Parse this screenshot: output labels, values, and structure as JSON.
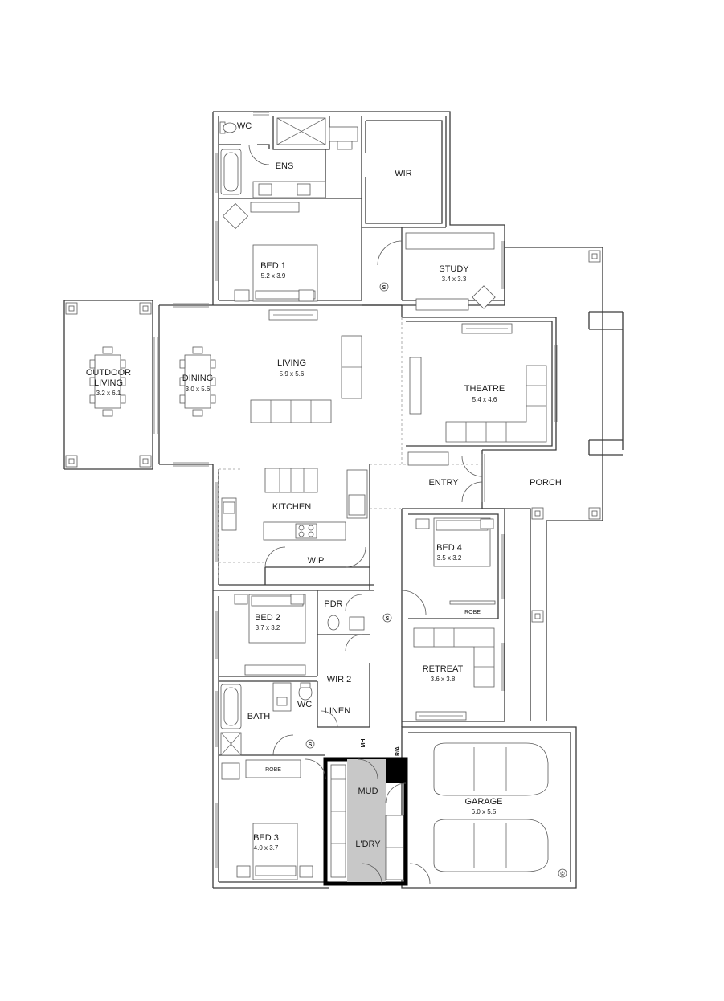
{
  "rooms": {
    "wc1": {
      "name": "WC"
    },
    "ens": {
      "name": "ENS"
    },
    "wir": {
      "name": "WIR"
    },
    "bed1": {
      "name": "BED 1",
      "size": "5.2 x 3.9"
    },
    "study": {
      "name": "STUDY",
      "size": "3.4 x 3.3"
    },
    "outdoor": {
      "name_line1": "OUTDOOR",
      "name_line2": "LIVING",
      "size": "3.2 x 6.1"
    },
    "dining": {
      "name": "DINING",
      "size": "3.0 x 5.6"
    },
    "living": {
      "name": "LIVING",
      "size": "5.9 x 5.6"
    },
    "theatre": {
      "name": "THEATRE",
      "size": "5.4 x 4.6"
    },
    "entry": {
      "name": "ENTRY"
    },
    "porch": {
      "name": "PORCH"
    },
    "kitchen": {
      "name": "KITCHEN"
    },
    "wip": {
      "name": "WIP"
    },
    "bed4": {
      "name": "BED 4",
      "size": "3.5 x 3.2"
    },
    "robe4": {
      "name": "ROBE"
    },
    "bed2": {
      "name": "BED 2",
      "size": "3.7 x 3.2"
    },
    "pdr": {
      "name": "PDR"
    },
    "retreat": {
      "name": "RETREAT",
      "size": "3.6 x 3.8"
    },
    "wir2": {
      "name": "WIR 2"
    },
    "bath": {
      "name": "BATH"
    },
    "wc2": {
      "name": "WC"
    },
    "linen": {
      "name": "LINEN"
    },
    "mh": {
      "name": "MH"
    },
    "ra": {
      "name": "R/A"
    },
    "robe3": {
      "name": "ROBE"
    },
    "mud": {
      "name": "MUD"
    },
    "laundry": {
      "name": "L'DRY"
    },
    "garage": {
      "name": "GARAGE",
      "size": "6.0 x 5.5"
    },
    "bed3": {
      "name": "BED 3",
      "size": "4.0 x 3.7"
    }
  },
  "symbols": {
    "smoke": "S",
    "copyright": "©"
  },
  "colors": {
    "mud_laundry_fill": "#c8c8c8",
    "wall": "#3a3a3a"
  }
}
